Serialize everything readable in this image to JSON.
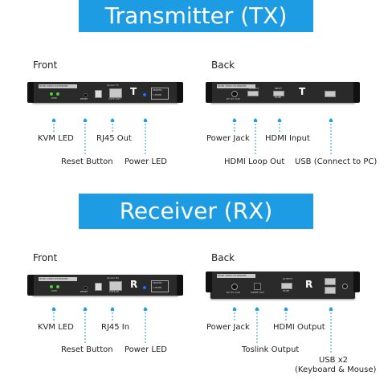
{
  "tx": {
    "title": "Transmitter (TX)",
    "front": {
      "heading": "Front",
      "labels": {
        "kvm_led": "KVM LED",
        "reset": "Reset Button",
        "rj45": "RJ45 Out",
        "power_led": "Power LED"
      },
      "device_text": {
        "strip": "HDMI VIDEO EXTENDER",
        "kvm": "KVM",
        "reset": "RESET",
        "brand": "Ipcolor Tx",
        "rj45": "CAT6 OUT",
        "model": "4K60Hz",
        "res": "1-HDMI"
      }
    },
    "back": {
      "heading": "Back",
      "labels": {
        "power_jack": "Power Jack",
        "hdmi_loop": "HDMI Loop Out",
        "hdmi_in": "HDMI Input",
        "usb": "USB (Connect to PC)"
      },
      "device_text": {
        "strip": "HDMI VIDEO EXTENDER",
        "dc": "DC 5V 1/2V",
        "output": "OUTPUT",
        "input": "INPUT",
        "hdmi": "HDMI"
      }
    }
  },
  "rx": {
    "title": "Receiver (RX)",
    "front": {
      "heading": "Front",
      "labels": {
        "kvm_led": "KVM LED",
        "reset": "Reset Button",
        "rj45": "RJ45 In",
        "power_led": "Power LED"
      },
      "device_text": {
        "strip": "HDMI VIDEO EXTENDER",
        "kvm": "KVM",
        "reset": "RESET",
        "brand": "Ipcolor Rx",
        "rj45": "CAT6 IN",
        "model": "4K60Hz",
        "res": "1-HDMI"
      }
    },
    "back": {
      "heading": "Back",
      "labels": {
        "power_jack": "Power Jack",
        "toslink": "Toslink Output",
        "hdmi_out": "HDMI Output",
        "usb_line1": "USB x2",
        "usb_line2": "(Keyboard & Mouse)"
      },
      "device_text": {
        "strip": "HDMI VIDEO EXTENDER",
        "dc": "DC 5V 1/2V",
        "spdif": "S/PDIF OUT",
        "output": "OUTPUT",
        "hdmi": "HDMI"
      }
    }
  },
  "colors": {
    "accent": "#1d9be3",
    "device": "#2a2a2a",
    "led_green": "#4cd137",
    "led_blue": "#1e6fff"
  },
  "icons": [
    "t-logo",
    "r-logo",
    "usb-port",
    "hdmi-port",
    "rj45-port"
  ]
}
